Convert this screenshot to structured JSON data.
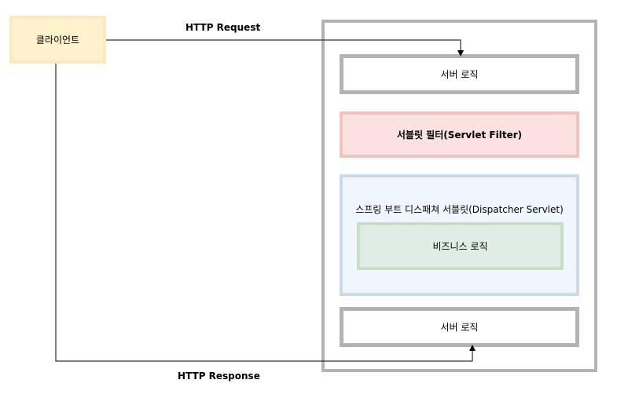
{
  "nodes": {
    "client": "클라이언트",
    "server_top": "서버 로직",
    "servlet_filter": "서블릿 필터(Servlet Filter)",
    "dispatcher_servlet": "스프링 부트 디스패쳐 서블릿(Dispatcher Servlet)",
    "business_logic": "비즈니스 로직",
    "server_bottom": "서버 로직"
  },
  "edges": {
    "request": "HTTP Request",
    "response": "HTTP Response"
  },
  "colors": {
    "client_fill": "#fff2cc",
    "client_border": "#f5ebc4",
    "container_border": "#b3b3b3",
    "filter_fill": "#f8cecc",
    "filter_border": "#ecc4c4",
    "dispatcher_fill": "#dae8fc",
    "dispatcher_border": "#cdd8ea",
    "business_fill": "#d5e8d4",
    "business_border": "#c8dec5"
  }
}
